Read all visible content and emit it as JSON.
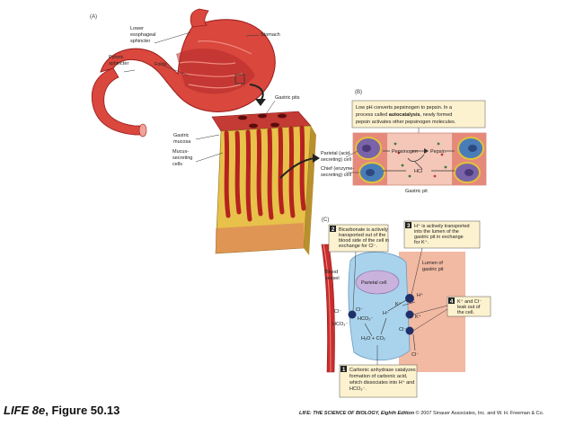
{
  "panels": {
    "a": "(A)",
    "b": "(B)",
    "c": "(C)"
  },
  "panel_a": {
    "lower_esophageal": [
      "Lower",
      "esophageal",
      "sphincter"
    ],
    "stomach": "Stomach",
    "pyloric": [
      "Pyloric",
      "sphincter"
    ],
    "folds": "Folds",
    "gastric_pits": "Gastric pits",
    "gastric_mucosa": [
      "Gastric",
      "mucosa"
    ],
    "mucus_cells": [
      "Mucus-",
      "secreting",
      "cells"
    ]
  },
  "panel_b": {
    "callout": [
      "Low pH converts pepsinogen to pepsin. In a",
      "process called ",
      "autocatalysis",
      ", newly formed",
      "pepsin activates other pepsinogen molecules."
    ],
    "parietal": [
      "Parietal (acid-",
      "secreting) cell"
    ],
    "chief": [
      "Chief (enzyme-",
      "secreting) cell"
    ],
    "pepsinogen": "Pepsinogen",
    "pepsin": "Pepsin",
    "hcl": "HCl",
    "gastric_pit": "Gastric pit"
  },
  "panel_c": {
    "step2": [
      "Bicarbonate is actively",
      "transported out of the",
      "blood side of the cell in",
      "exchange for Cl⁻."
    ],
    "step3": [
      "H⁺ is actively transported",
      "into the lumen of the",
      "gastric pit in exchange",
      "for K⁺."
    ],
    "blood_vessel": [
      "Blood",
      "vessel"
    ],
    "parietal_cell": "Parietal cell",
    "lumen": [
      "Lumen of",
      "gastric pit"
    ],
    "step4": [
      "K⁺ and Cl⁻",
      "leak out of",
      "the cell."
    ],
    "step1": [
      "Carbonic anhydrase catalyzes",
      "formation of carbonic acid,",
      "which dissociates into H⁺ and",
      "HCO₃⁻."
    ],
    "num1": "1",
    "num2": "2",
    "num3": "3",
    "num4": "4",
    "ions": {
      "cl_left": "Cl⁻",
      "hco3_left": "HCO₃⁻",
      "hco3_out": "HCO₃⁻",
      "h_center": "H⁺",
      "k_in": "K⁺",
      "h_out": "H⁺",
      "k_out": "K⁺",
      "eq": "H₂O + CO₂",
      "cl_right": "Cl⁻",
      "cl_out": "Cl⁻",
      "cl_blood": "Cl⁻"
    }
  },
  "footer": {
    "left_title": "LIFE 8e",
    "left_fig": ", Figure 50.13",
    "right_title": "LIFE: THE SCIENCE OF BIOLOGY, Eighth Edition",
    "right_credit": " © 2007 Sinauer Associates, Inc. and W. H. Freeman & Co."
  },
  "colors": {
    "stomach": "#d9473d",
    "stomach_dark": "#9a1c1c",
    "mucosa_yellow": "#e8c14a",
    "panel_b_bg": "#f4c7b8",
    "lumen_bg": "#f2b9a3",
    "cell_blue": "#a9d3ec",
    "callout_bg": "#fdf2cf",
    "blood_red": "#c92d2d"
  }
}
